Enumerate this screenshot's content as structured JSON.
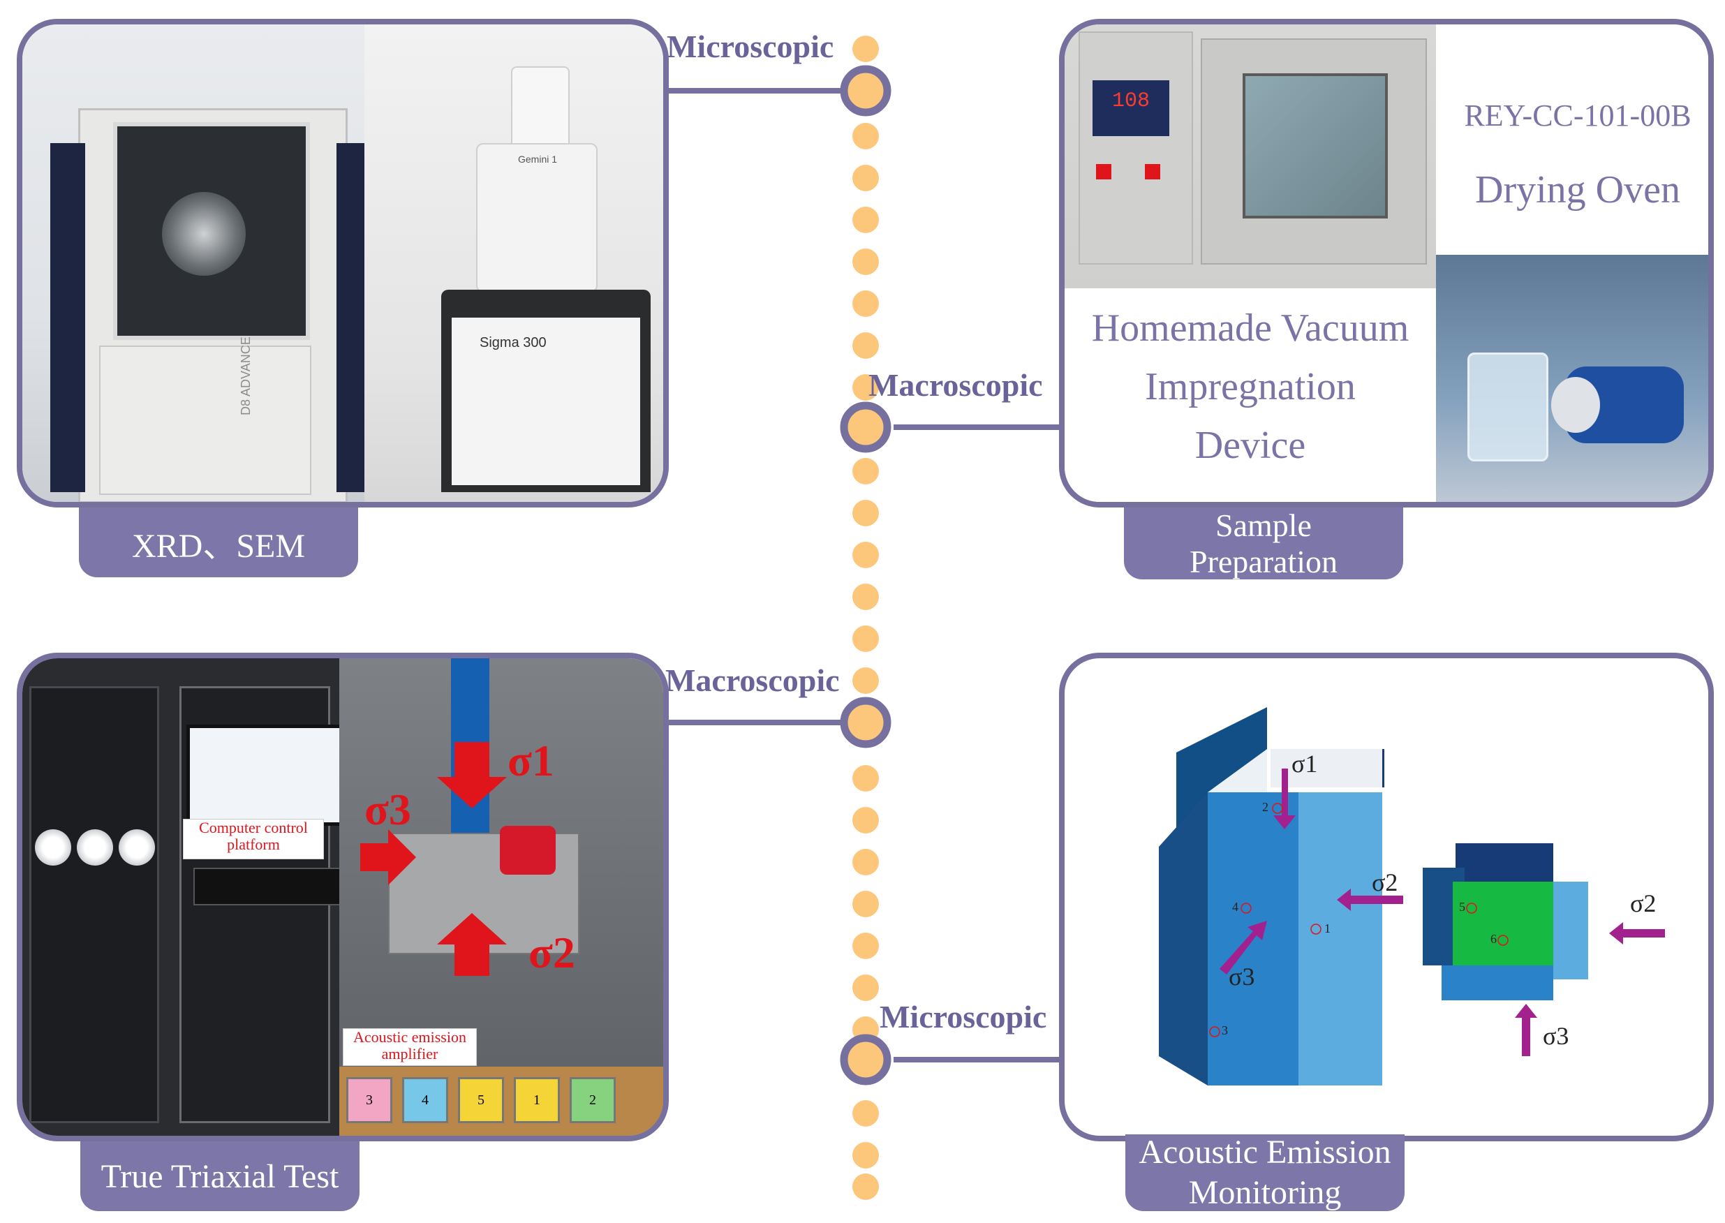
{
  "connectors": {
    "top_left": "Microscopic",
    "top_right": "Macroscopic",
    "bottom_left": "Macroscopic",
    "bottom_right": "Microscopic"
  },
  "panels": {
    "xrd_sem": {
      "tag": "XRD、SEM",
      "instrument_labels": {
        "d8": "D8 ADVANCE",
        "gemini": "Gemini 1",
        "sigma": "Sigma 300"
      }
    },
    "sample_prep": {
      "tag_line1": "Sample",
      "tag_line2": "Preparation",
      "oven_model": "REY-CC-101-00B",
      "oven_name": "Drying Oven",
      "vacuum_line1": "Homemade Vacuum",
      "vacuum_line2": "Impregnation",
      "vacuum_line3": "Device",
      "oven_display": "108"
    },
    "triaxial": {
      "tag": "True Triaxial Test",
      "computer_label_line1": "Computer control",
      "computer_label_line2": "platform",
      "ae_label_line1": "Acoustic emission",
      "ae_label_line2": "amplifier",
      "sigma1": "σ1",
      "sigma2": "σ2",
      "sigma3": "σ3",
      "sensor_numbers": [
        "3",
        "4",
        "5",
        "1",
        "2"
      ]
    },
    "acoustic": {
      "tag_line1": "Acoustic Emission",
      "tag_line2": "Monitoring",
      "cube_sigma1": "σ1",
      "cube_sigma2": "σ2",
      "cube_sigma3": "σ3",
      "cube_points": [
        "1",
        "2",
        "3",
        "4"
      ],
      "side_sigma2": "σ2",
      "side_sigma3": "σ3",
      "side_points": [
        "5",
        "6"
      ]
    }
  },
  "colors": {
    "frame": "#76709f",
    "tag_bg": "#7d76a8",
    "dots": "#fcc77b",
    "arrow_magenta": "#a3208f",
    "stress_red": "#e0141b"
  }
}
